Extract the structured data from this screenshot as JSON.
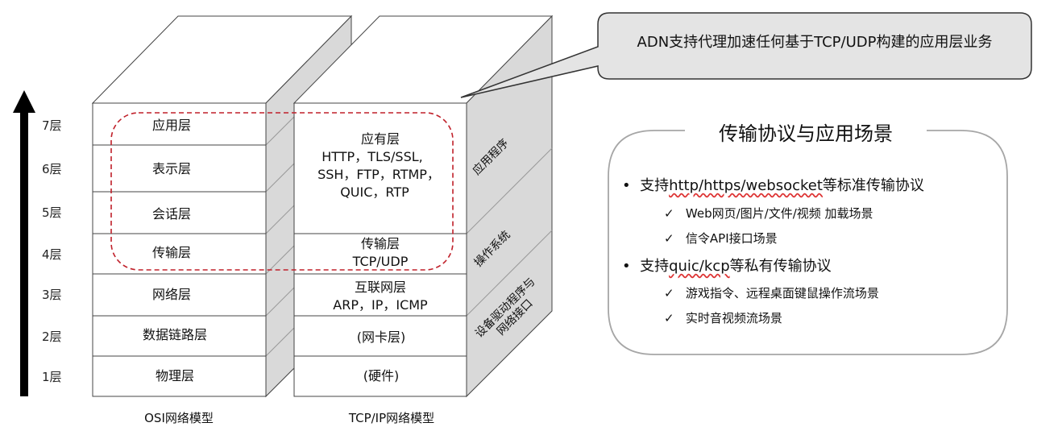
{
  "osi": {
    "caption": "OSI网络模型",
    "layers": [
      "应用层",
      "表示层",
      "会话层",
      "传输层",
      "网络层",
      "数据链路层",
      "物理层"
    ]
  },
  "tcpip": {
    "caption": "TCP/IP网络模型",
    "app_title": "应有层",
    "app_protocols_1": "HTTP，TLS/SSL,",
    "app_protocols_2": "SSH，FTP，RTMP，",
    "app_protocols_3": "QUIC，RTP",
    "transport_title": "传输层",
    "transport_protocols": "TCP/UDP",
    "internet_title": "互联网层",
    "internet_protocols": "ARP，IP，ICMP",
    "link": "(网卡层)",
    "physical": "(硬件)",
    "side_app": "应用程序",
    "side_os": "操作系统",
    "side_driver_1": "设备驱动程序与",
    "side_driver_2": "网络接口"
  },
  "layer_numbers": [
    "7层",
    "6层",
    "5层",
    "4层",
    "3层",
    "2层",
    "1层"
  ],
  "callout": {
    "text": "ADN支持代理加速任何基于TCP/UDP构建的应用层业务"
  },
  "panel": {
    "title": "传输协议与应用场景",
    "bullet1_prefix": "支持",
    "bullet1_mid": "http/https/websocket",
    "bullet1_suffix": "等标准传输协议",
    "bullet1_items": [
      "Web网页/图片/文件/视频 加载场景",
      "信令API接口场景"
    ],
    "bullet2_prefix": "支持",
    "bullet2_mid": "quic/kcp",
    "bullet2_suffix": "等私有传输协议",
    "bullet2_items": [
      "游戏指令、远程桌面键鼠操作流场景",
      "实时音视频流场景"
    ],
    "bullet_glyph": "•",
    "check_glyph": "✓"
  },
  "colors": {
    "dashed_outline": "#c0202a",
    "side_face": "#d9d9d9",
    "callout_fill": "#e4e4e4",
    "panel_border": "#a6a6a6"
  }
}
